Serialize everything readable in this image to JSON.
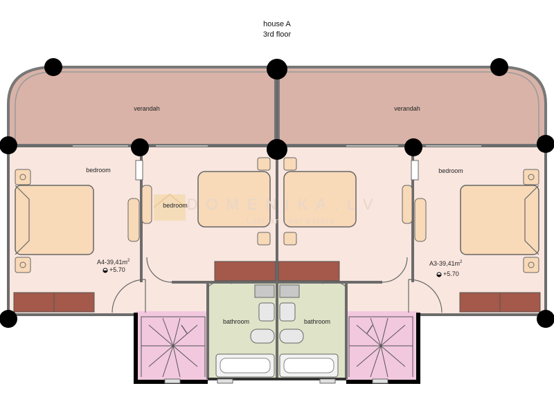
{
  "title": {
    "line1": "house A",
    "line2": "3rd floor"
  },
  "rooms": {
    "verandah_left": "verandah",
    "verandah_right": "verandah",
    "bedroom_left": "bedroom",
    "bedroom_center_left": "bedroom",
    "bedroom_right": "bedroom",
    "bathroom_left": "bathroom",
    "bathroom_right": "bathroom"
  },
  "units": {
    "left": {
      "name": "A4-39,41m",
      "sup": "2",
      "level": "+5.70"
    },
    "right": {
      "name": "A3-39,41m",
      "sup": "2",
      "level": "+5.70"
    }
  },
  "watermark": {
    "brand": "DOMENIKA.LV",
    "tagline": "Latvian real estate"
  },
  "colors": {
    "verandah": "#d9b3a8",
    "room": "#f9e6df",
    "bathroom": "#dfe3c8",
    "stairs": "#f2c8df",
    "bed": "#f8d9b8",
    "cabinet": "#a4594a",
    "wall": "#6b6b6b",
    "column": "#000000"
  }
}
